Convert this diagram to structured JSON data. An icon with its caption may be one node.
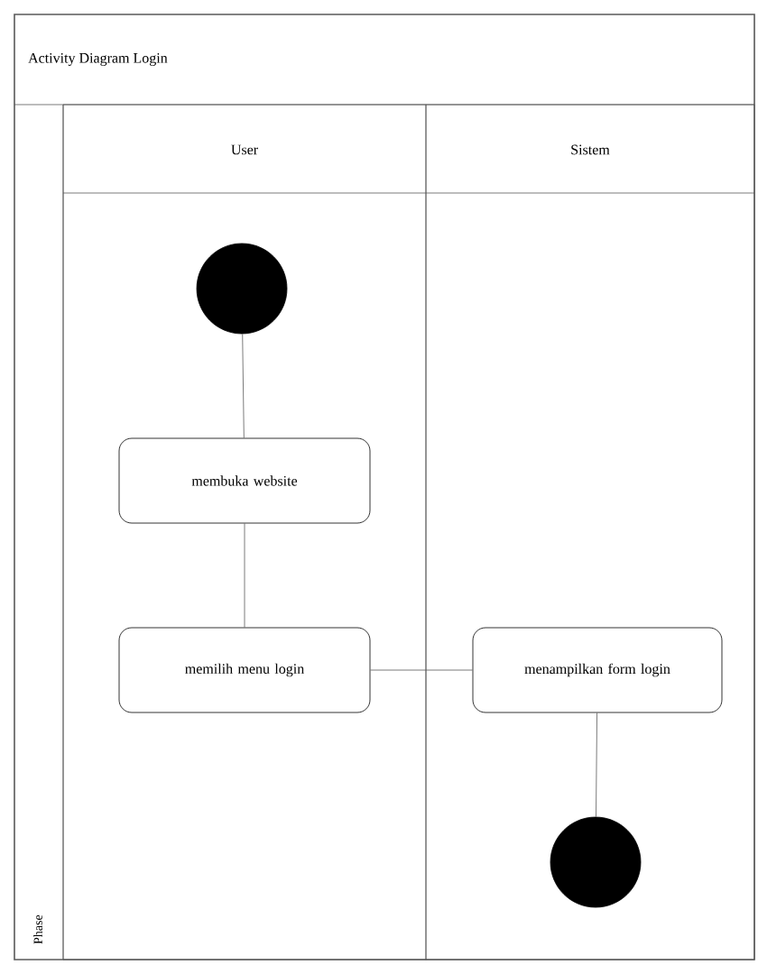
{
  "diagram": {
    "nodes": [
      {
        "text": [
          "Activity Diagram Login"
        ]
      },
      {
        "text": [
          "User"
        ],
        "in": 0
      },
      {
        "text": [
          "Sistem"
        ],
        "in": 0
      },
      {
        "text": [],
        "shape": "circle",
        "in": 1
      },
      {
        "text": [
          "membuka website"
        ],
        "in": 1
      },
      {
        "text": [
          "memilih menu login"
        ],
        "in": 1
      },
      {
        "text": [
          "menampilkan form login"
        ],
        "in": 2
      },
      {
        "text": [],
        "shape": "circle",
        "in": 2
      }
    ],
    "edges": [
      {
        "from": 3,
        "to": 4,
        "arrow": "none"
      },
      {
        "from": 4,
        "to": 5,
        "arrow": "none"
      },
      {
        "from": 5,
        "to": 6,
        "arrow": "none"
      },
      {
        "from": 6,
        "to": 7,
        "arrow": "none"
      }
    ],
    "labels": [
      "Phase"
    ]
  }
}
